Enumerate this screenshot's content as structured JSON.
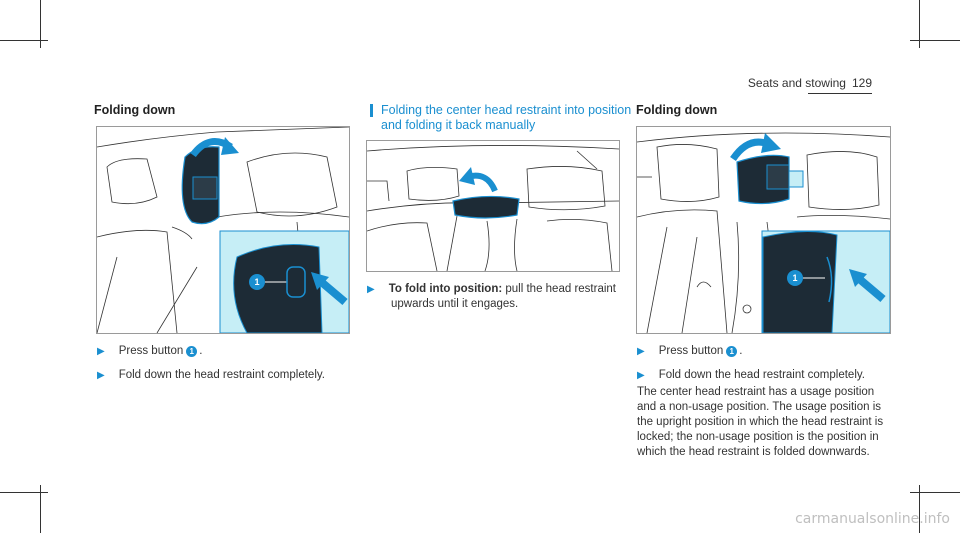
{
  "header": {
    "section": "Seats and stowing",
    "page": "129"
  },
  "left": {
    "heading": "Folding down",
    "steps": [
      {
        "before": "Press button ",
        "badge": "1",
        "after": "."
      },
      {
        "text": "Fold down the head restraint completely."
      }
    ]
  },
  "middle": {
    "heading_line1": "Folding the center head restraint into position",
    "heading_line2": "and folding it back manually",
    "step": {
      "bold": "To fold into position:",
      "text": " pull the head restraint"
    },
    "step_line2": "upwards until it engages."
  },
  "right": {
    "heading": "Folding down",
    "steps": [
      {
        "before": "Press button ",
        "badge": "1",
        "after": "."
      },
      {
        "text": "Fold down the head restraint completely."
      }
    ],
    "paragraph": [
      "The center head restraint has a usage position",
      "and a non-usage position. The usage position is",
      "the upright position in which the head restraint is",
      "locked; the non-usage position is the position in",
      "which the head restraint is folded downwards."
    ]
  },
  "figure_badges": {
    "left": "1",
    "right": "1"
  },
  "watermark": "carmanualsonline.info",
  "colors": {
    "accent": "#1a8fd0",
    "highlight": "#c6eef6",
    "restraint": "#1d2b36"
  },
  "icons": [
    "step-arrow-icon",
    "rotate-arrow-icon",
    "push-arrow-icon"
  ]
}
